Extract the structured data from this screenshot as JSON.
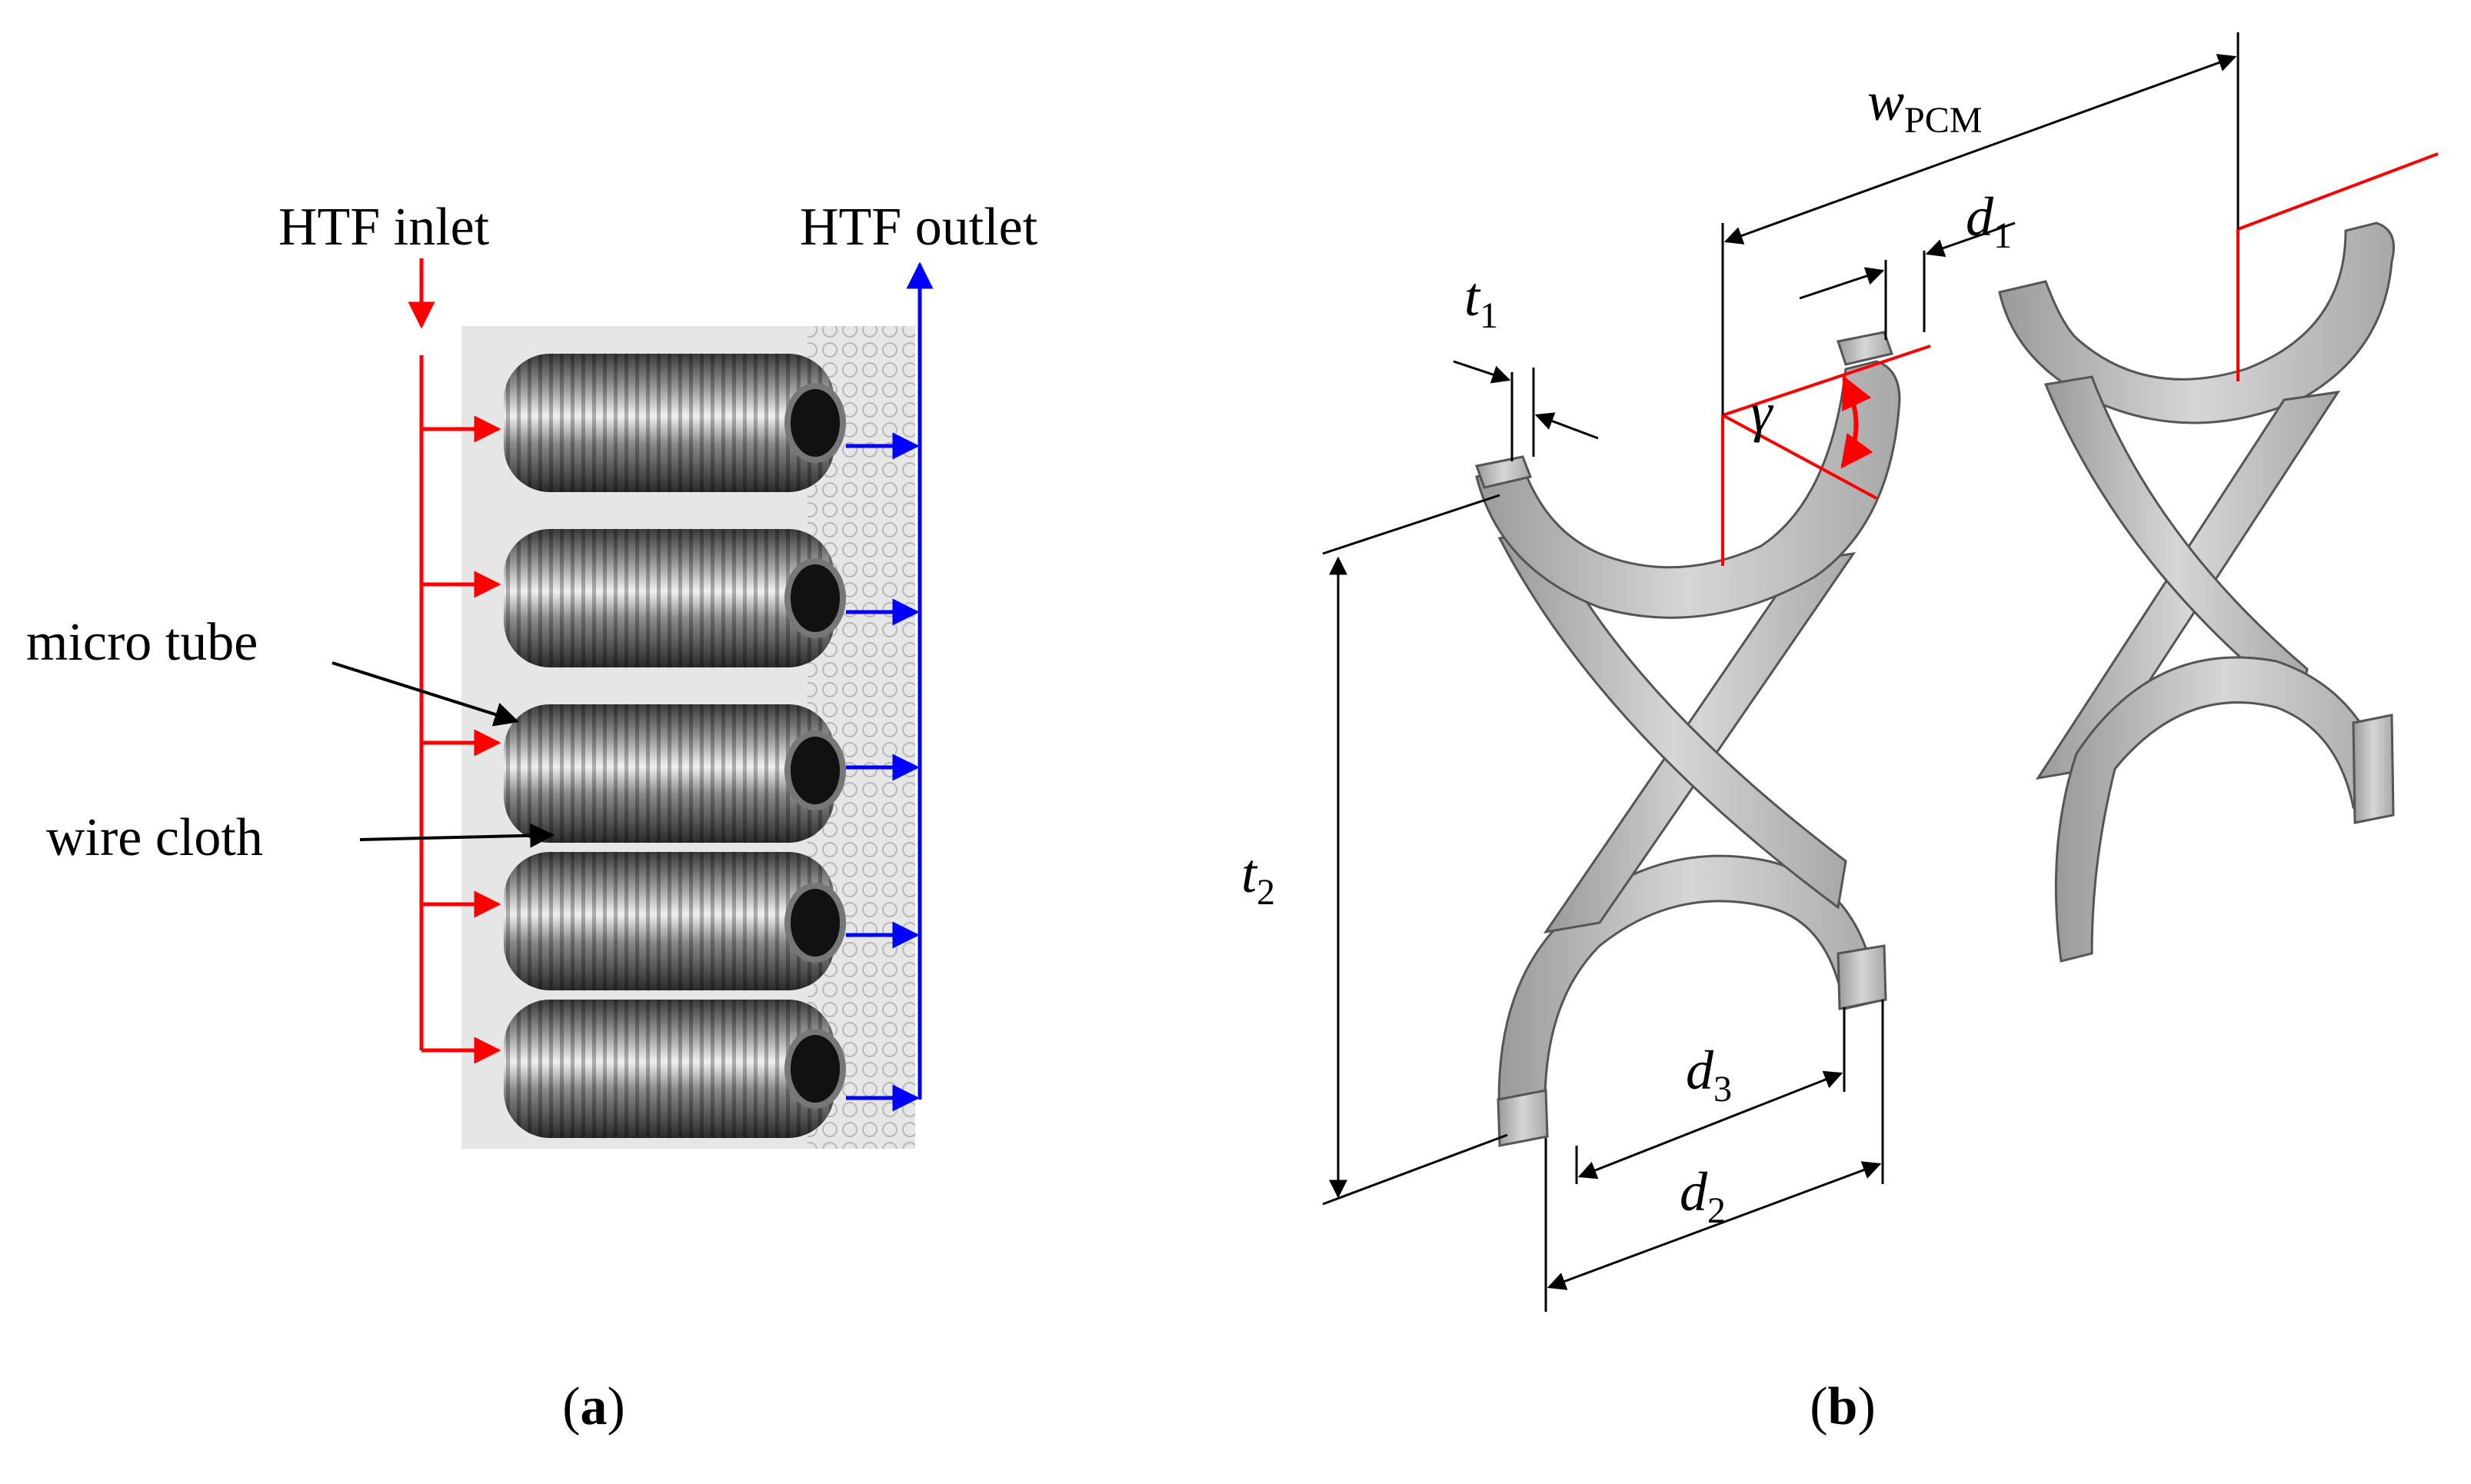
{
  "panel_a": {
    "inlet_label": "HTF inlet",
    "outlet_label": "HTF outlet",
    "micro_tube_label": "micro tube",
    "wire_cloth_label": "wire cloth",
    "caption_letter": "a",
    "colors": {
      "inlet": "#ff0000",
      "outlet": "#0000ff"
    },
    "tube_count": 5
  },
  "panel_b": {
    "labels": {
      "w_main": "w",
      "w_sub": "PCM",
      "d1_main": "d",
      "d1_sub": "1",
      "t1_main": "t",
      "t1_sub": "1",
      "gamma": "γ",
      "t2_main": "t",
      "t2_sub": "2",
      "d3_main": "d",
      "d3_sub": "3",
      "d2_main": "d",
      "d2_sub": "2"
    },
    "caption_letter": "b",
    "colors": {
      "construction": "#ff0000",
      "part_fill": "#c8c8c8",
      "part_edge": "#555555"
    }
  }
}
